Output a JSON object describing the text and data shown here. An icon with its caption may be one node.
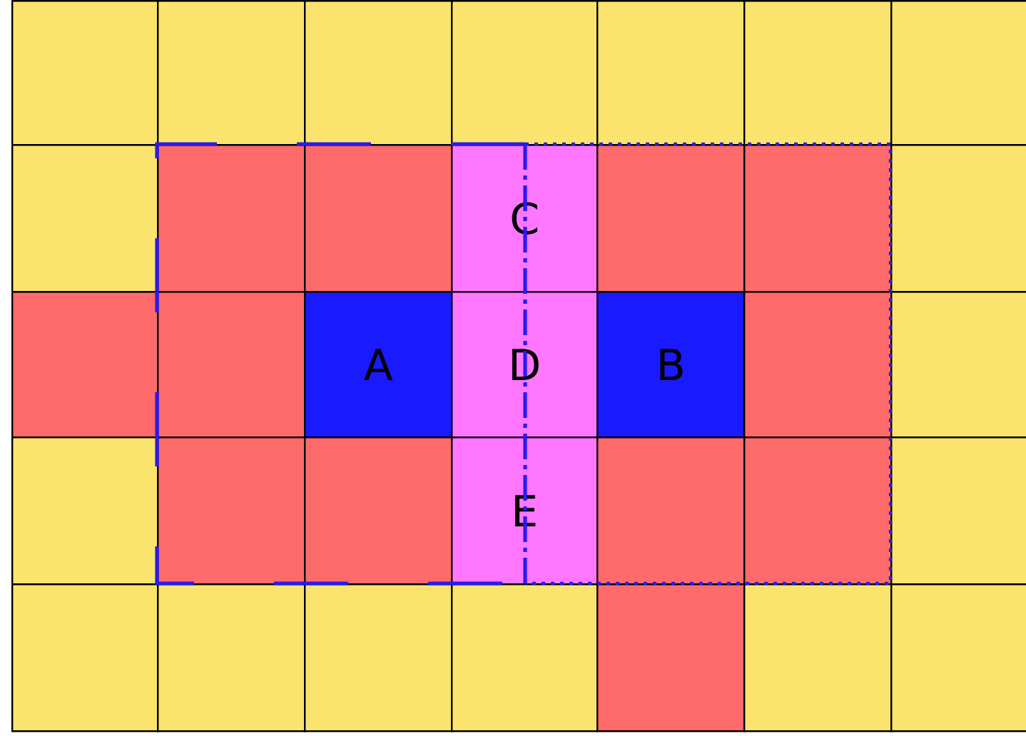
{
  "diagram": {
    "nodes": [
      {
        "text": [],
        "shape": "box"
      },
      {
        "text": [],
        "shape": "box"
      },
      {
        "text": [],
        "shape": "box"
      },
      {
        "text": [],
        "shape": "box"
      },
      {
        "text": [],
        "shape": "box"
      },
      {
        "text": [],
        "shape": "box"
      },
      {
        "text": [],
        "shape": "box"
      },
      {
        "text": [],
        "shape": "box"
      },
      {
        "text": [],
        "shape": "box"
      },
      {
        "text": [],
        "shape": "box"
      },
      {
        "text": [
          "C"
        ]
      },
      {
        "text": [],
        "shape": "box"
      },
      {
        "text": [],
        "shape": "box"
      },
      {
        "text": [],
        "shape": "box"
      },
      {
        "text": [],
        "shape": "box"
      },
      {
        "text": [],
        "shape": "box"
      },
      {
        "text": [
          "A"
        ]
      },
      {
        "text": [
          "D"
        ]
      },
      {
        "text": [
          "B"
        ]
      },
      {
        "text": [],
        "shape": "box"
      },
      {
        "text": [],
        "shape": "box"
      },
      {
        "text": [],
        "shape": "box"
      },
      {
        "text": [],
        "shape": "box"
      },
      {
        "text": [],
        "shape": "box"
      },
      {
        "text": [
          "E"
        ]
      },
      {
        "text": [],
        "shape": "box"
      },
      {
        "text": [],
        "shape": "box"
      },
      {
        "text": [],
        "shape": "box"
      },
      {
        "text": [],
        "shape": "box"
      },
      {
        "text": [],
        "shape": "box"
      },
      {
        "text": [],
        "shape": "box"
      },
      {
        "text": [],
        "shape": "box"
      },
      {
        "text": [],
        "shape": "box"
      },
      {
        "text": [],
        "shape": "box"
      },
      {
        "text": [],
        "shape": "box"
      }
    ]
  }
}
